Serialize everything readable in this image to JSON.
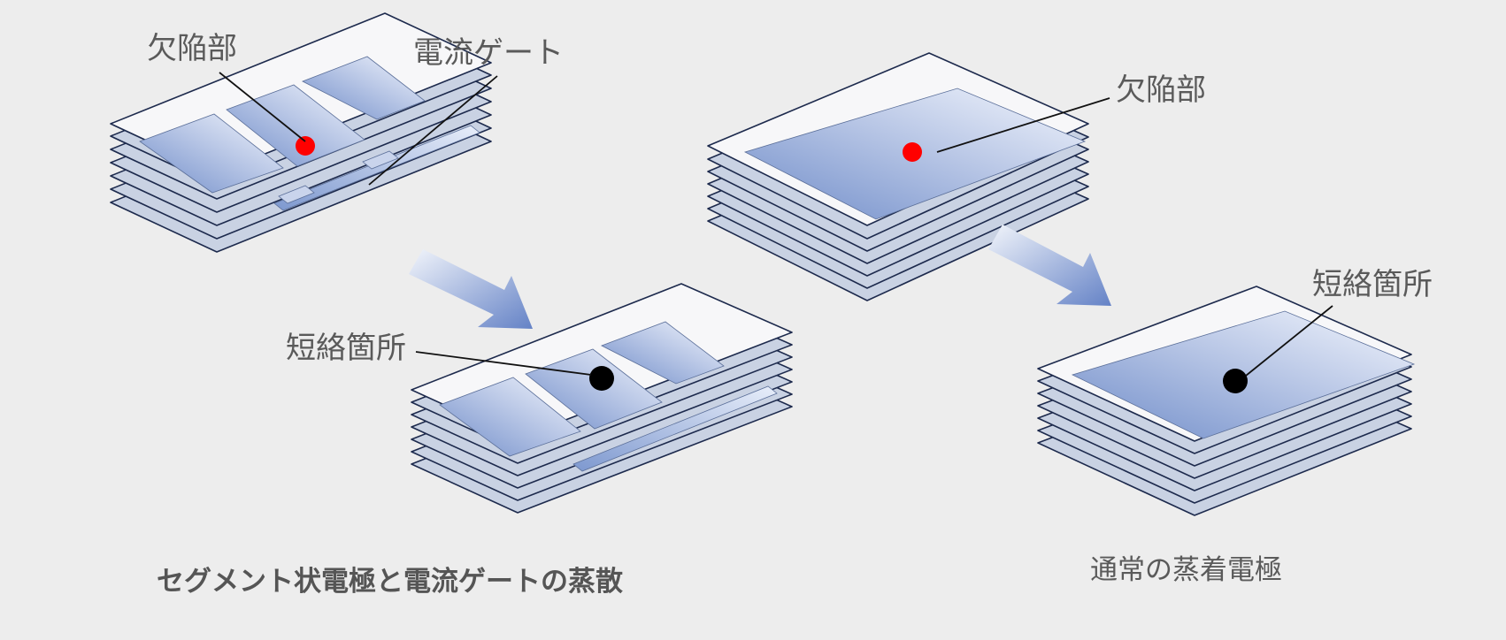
{
  "labels": {
    "defect_a": "欠陥部",
    "current_gate": "電流ゲート",
    "short_a": "短絡箇所",
    "defect_b": "欠陥部",
    "short_b": "短絡箇所"
  },
  "captions": {
    "segmented": "セグメント状電極と電流ゲートの蒸散",
    "normal": "通常の蒸着電極"
  },
  "colors": {
    "background": "#ededed",
    "electrode_light": "#f3f6fd",
    "electrode_dark": "#6f8cc9",
    "outline": "#1d2a4d",
    "defect": "#ff0000",
    "short": "#000000",
    "arrow": "#6f8cc9"
  }
}
